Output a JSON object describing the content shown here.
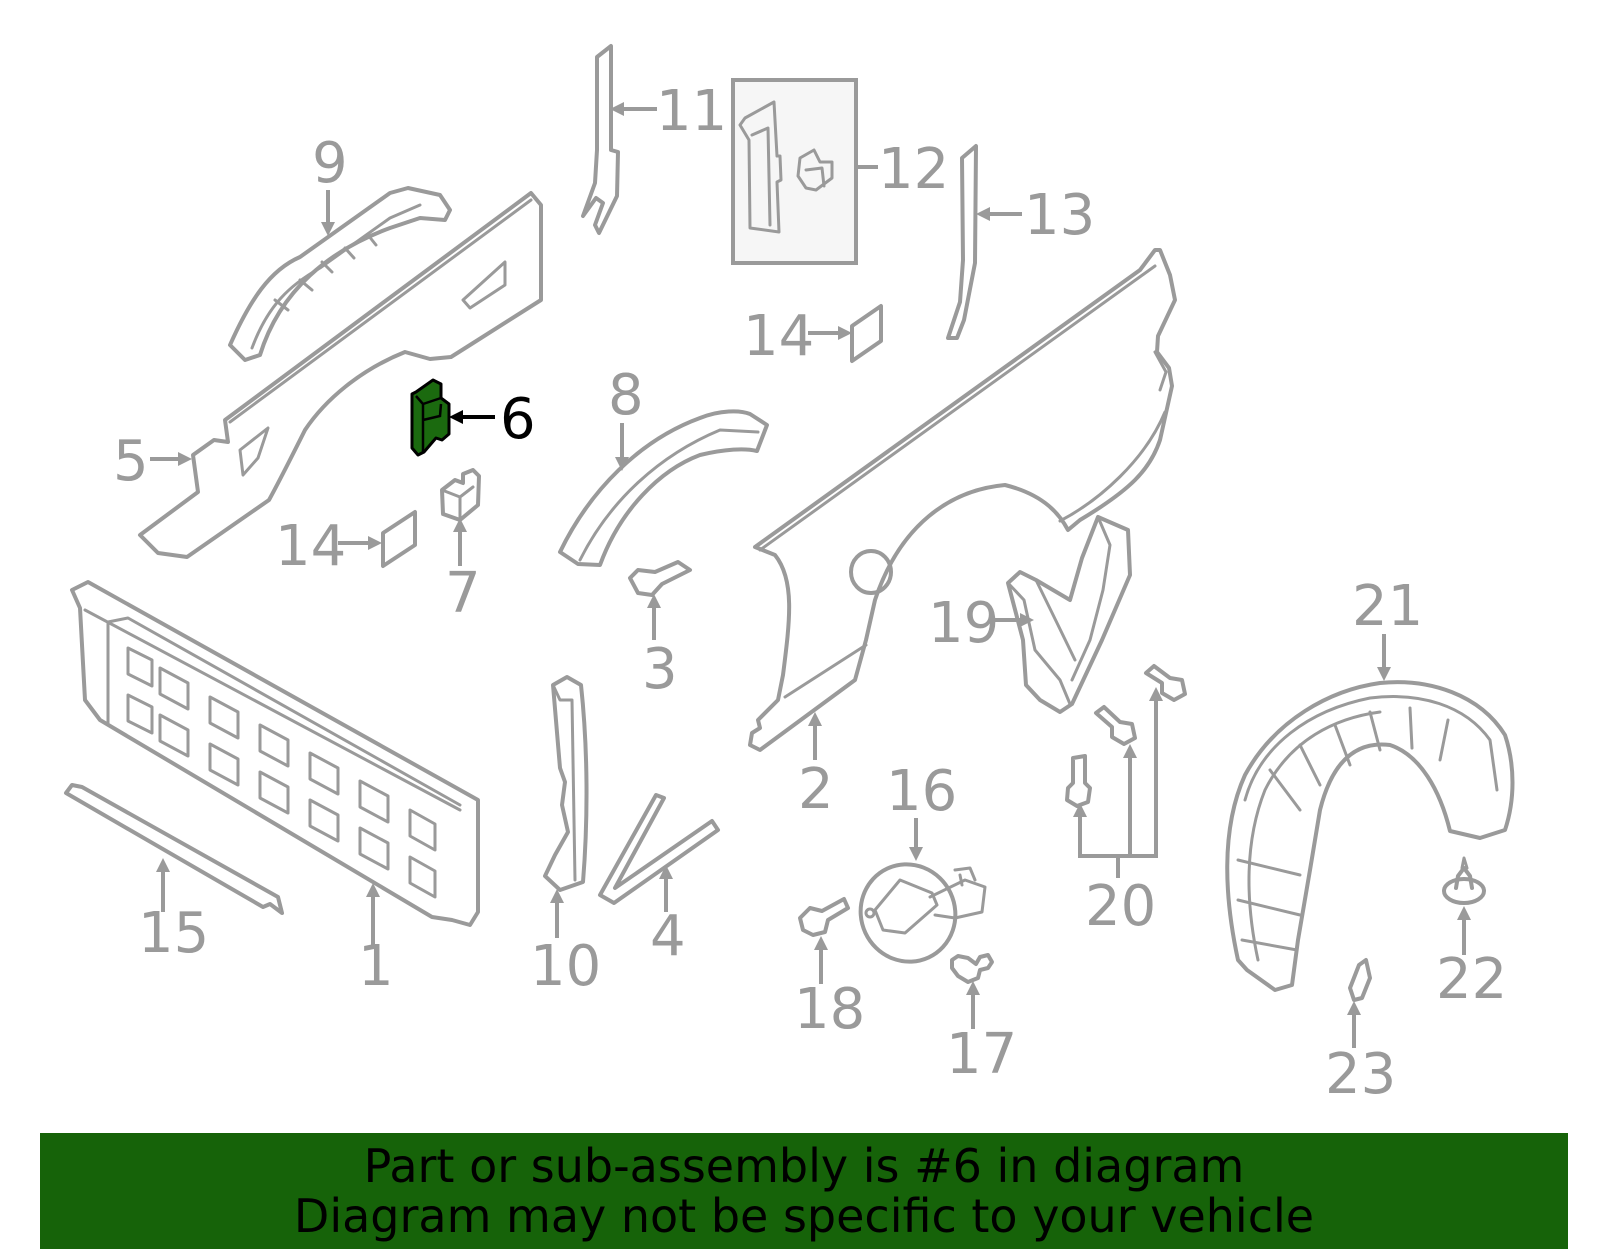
{
  "diagram": {
    "highlighted_part": "6",
    "colors": {
      "line": "#9a9a9a",
      "highlight_fill": "#1b6a0f",
      "highlight_stroke": "#000000",
      "banner": "#166309",
      "subassembly_box": "#f6f6f6"
    },
    "labels": {
      "p1": "1",
      "p2": "2",
      "p3": "3",
      "p4": "4",
      "p5": "5",
      "p6": "6",
      "p7": "7",
      "p8": "8",
      "p9": "9",
      "p10": "10",
      "p11": "11",
      "p12": "12",
      "p13": "13",
      "p14a": "14",
      "p14b": "14",
      "p15": "15",
      "p16": "16",
      "p17": "17",
      "p18": "18",
      "p19": "19",
      "p20": "20",
      "p21": "21",
      "p22": "22",
      "p23": "23"
    }
  },
  "banner": {
    "line1": "Part or sub-assembly is #6 in diagram",
    "line2": "Diagram may not be specific to your vehicle"
  }
}
